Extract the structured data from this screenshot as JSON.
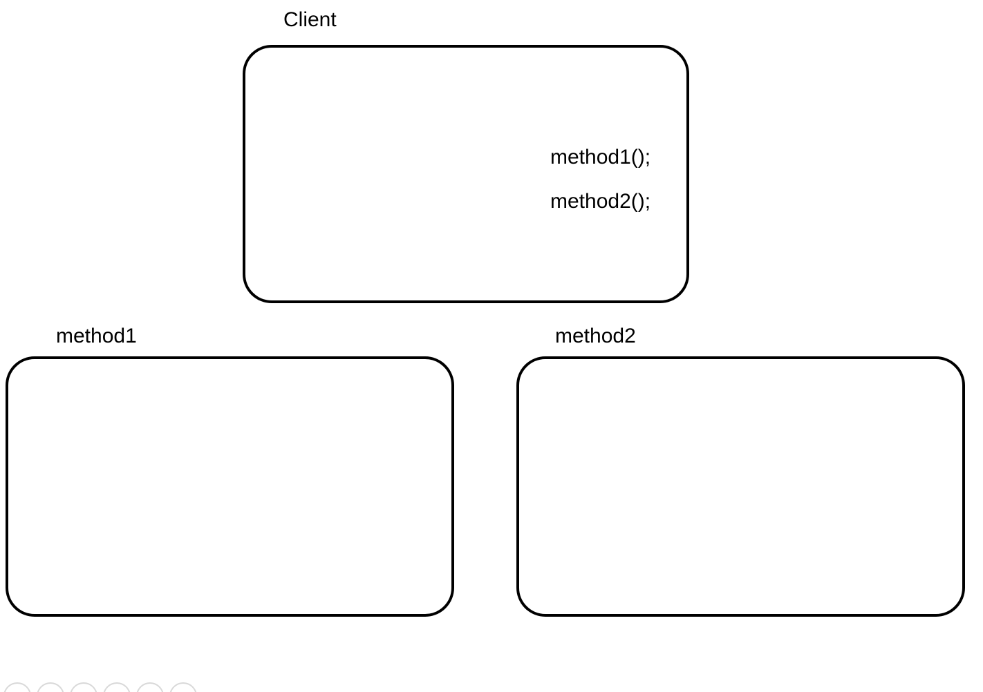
{
  "diagram": {
    "background_color": "#ffffff",
    "stroke_color": "#000000",
    "faint_stroke_color": "#d9d9d9",
    "nodes": [
      {
        "id": "client",
        "caption": "Client",
        "lines": [
          "method1();",
          "method2();"
        ]
      },
      {
        "id": "method1",
        "caption": "method1",
        "lines": []
      },
      {
        "id": "method2",
        "caption": "method2",
        "lines": []
      }
    ],
    "bottom_circles": {
      "count": 6,
      "note": ""
    }
  }
}
